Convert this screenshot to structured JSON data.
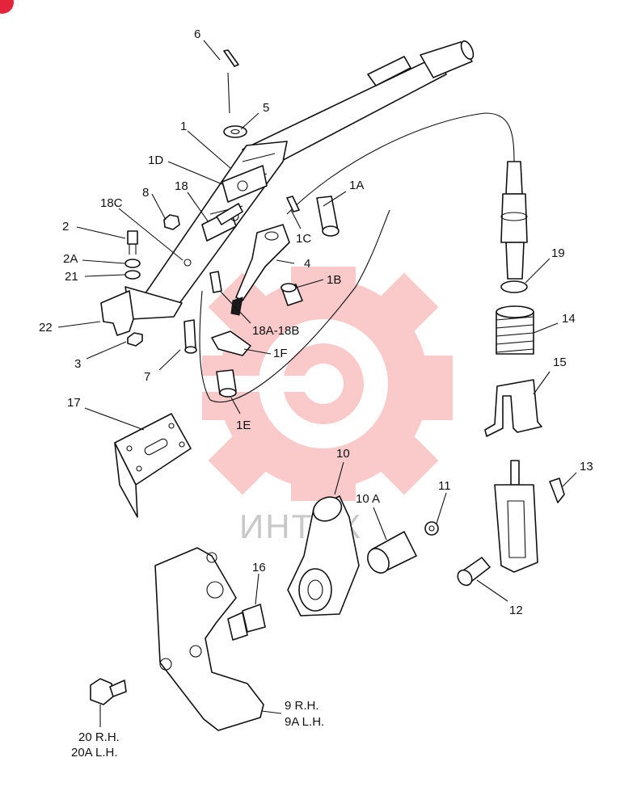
{
  "watermark": {
    "text": "ИНТЕХ",
    "color": "#f05a5a"
  },
  "labels": {
    "l6": "6",
    "l5": "5",
    "l1": "1",
    "l1D": "1D",
    "l18": "18",
    "l18C": "18C",
    "l8": "8",
    "l1A": "1A",
    "l2": "2",
    "l1C": "1C",
    "l4": "4",
    "l2A": "2A",
    "l21": "21",
    "l1B": "1B",
    "l22": "22",
    "l18A18B": "18A-18B",
    "l3": "3",
    "l1F": "1F",
    "l7": "7",
    "l1E": "1E",
    "l17": "17",
    "l19": "19",
    "l14": "14",
    "l15": "15",
    "l10": "10",
    "l10A": "10 A",
    "l11": "11",
    "l13": "13",
    "l16": "16",
    "l12": "12",
    "l9": "9 R.H.",
    "l9A": "9A L.H.",
    "l20": "20 R.H.",
    "l20A": "20A L.H."
  }
}
